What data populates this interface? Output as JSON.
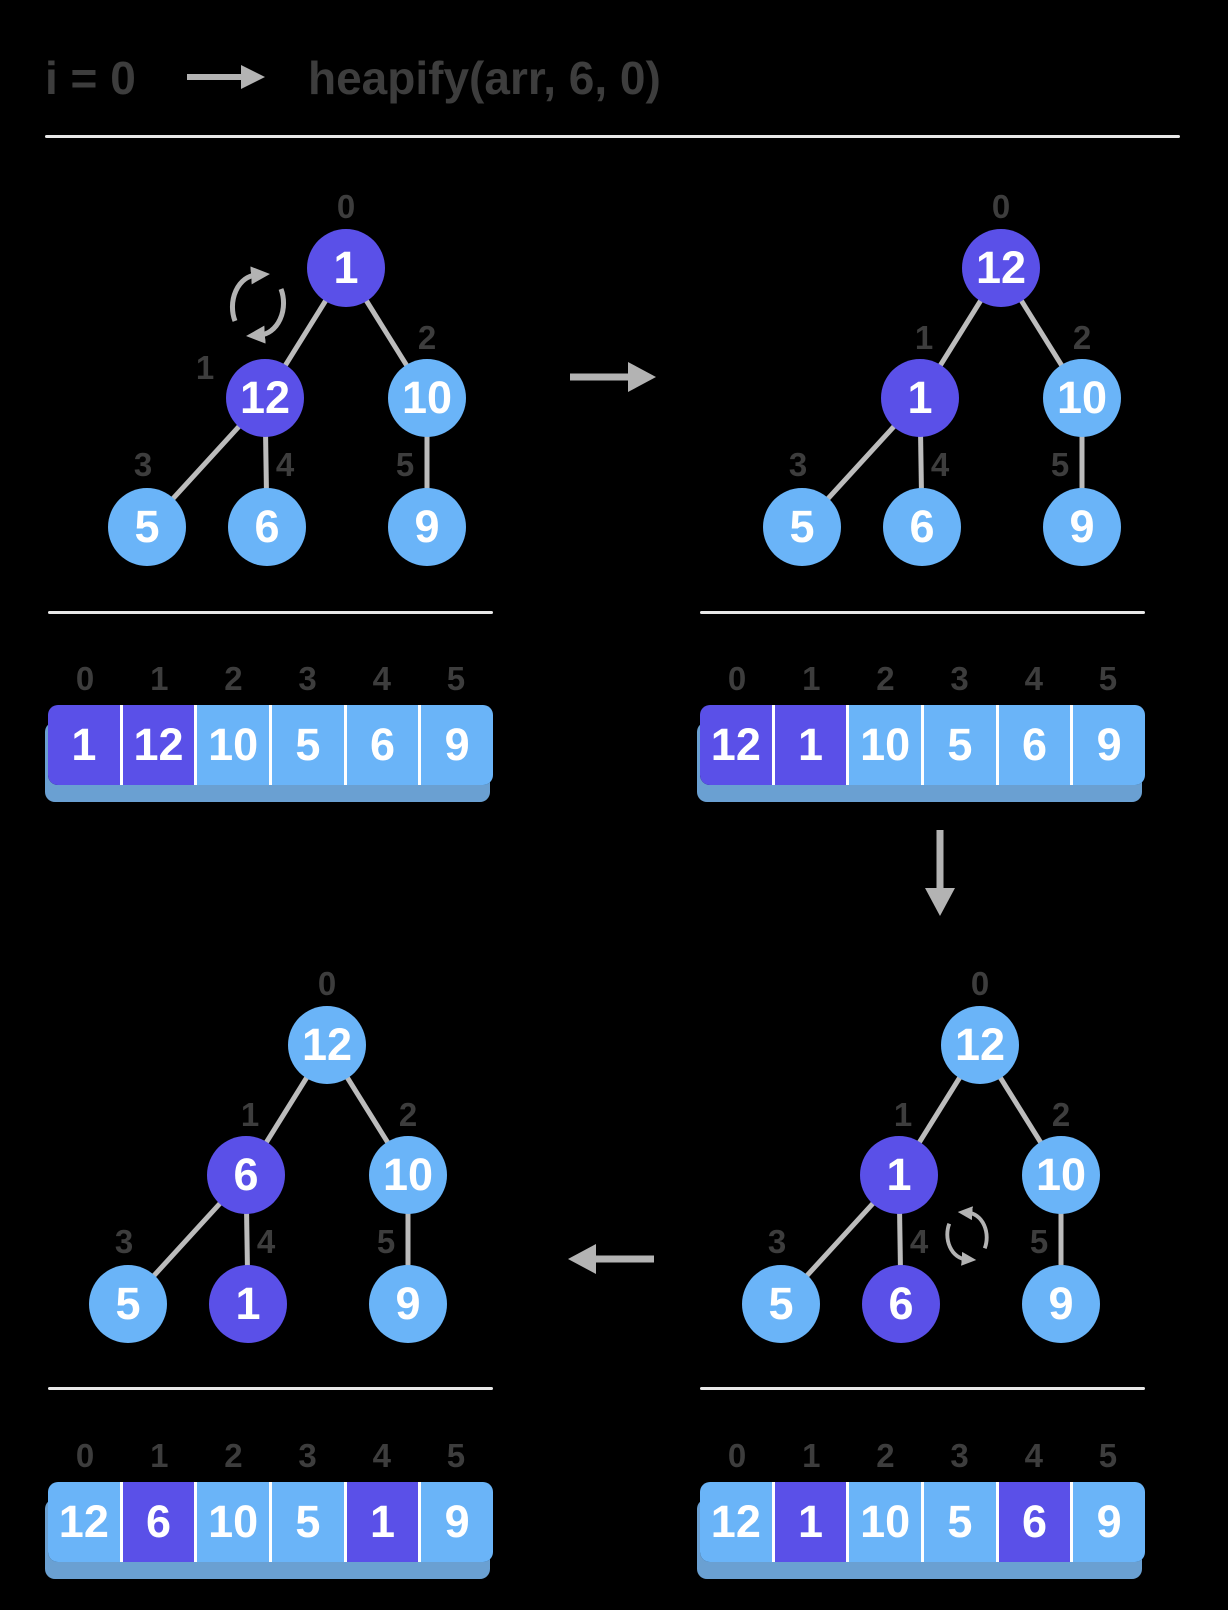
{
  "header": {
    "iteration_label": "i = 0",
    "call_label": "heapify(arr, 6, 0)"
  },
  "palette": {
    "background": "#000000",
    "node_purple": "#5a50e8",
    "node_blue": "#6ab4f8",
    "bar_shadow_blue": "rgba(125,188,247,0.85)",
    "index_label_gray": "#3d3d3d",
    "header_text_gray": "#3d3d3d",
    "arrow_gray": "#b3b3b3",
    "edge_gray": "#bcbcbc",
    "divider_light": "#e8e8e8",
    "value_text_white": "#ffffff"
  },
  "flow_arrows": [
    {
      "from": "top-left",
      "to": "top-right",
      "direction": "right"
    },
    {
      "from": "top-right",
      "to": "bottom-right",
      "direction": "down"
    },
    {
      "from": "bottom-right",
      "to": "bottom-left",
      "direction": "left"
    }
  ],
  "panels": [
    {
      "position": "top-left",
      "step": "initial tree, swap 1 and 12",
      "tree": {
        "nodes": [
          {
            "index": "0",
            "value": "1",
            "color": "purple"
          },
          {
            "index": "1",
            "value": "12",
            "color": "purple"
          },
          {
            "index": "2",
            "value": "10",
            "color": "blue"
          },
          {
            "index": "3",
            "value": "5",
            "color": "blue"
          },
          {
            "index": "4",
            "value": "6",
            "color": "blue"
          },
          {
            "index": "5",
            "value": "9",
            "color": "blue"
          }
        ],
        "swap_icon": {
          "present": true,
          "near": "root node 1 and child 12"
        }
      },
      "array": {
        "indices": [
          "0",
          "1",
          "2",
          "3",
          "4",
          "5"
        ],
        "cells": [
          {
            "value": "1",
            "color": "purple"
          },
          {
            "value": "12",
            "color": "purple"
          },
          {
            "value": "10",
            "color": "blue"
          },
          {
            "value": "5",
            "color": "blue"
          },
          {
            "value": "6",
            "color": "blue"
          },
          {
            "value": "9",
            "color": "blue"
          }
        ]
      }
    },
    {
      "position": "top-right",
      "step": "after swapping 12 to root",
      "tree": {
        "nodes": [
          {
            "index": "0",
            "value": "12",
            "color": "purple"
          },
          {
            "index": "1",
            "value": "1",
            "color": "purple"
          },
          {
            "index": "2",
            "value": "10",
            "color": "blue"
          },
          {
            "index": "3",
            "value": "5",
            "color": "blue"
          },
          {
            "index": "4",
            "value": "6",
            "color": "blue"
          },
          {
            "index": "5",
            "value": "9",
            "color": "blue"
          }
        ],
        "swap_icon": {
          "present": false,
          "near": ""
        }
      },
      "array": {
        "indices": [
          "0",
          "1",
          "2",
          "3",
          "4",
          "5"
        ],
        "cells": [
          {
            "value": "12",
            "color": "purple"
          },
          {
            "value": "1",
            "color": "purple"
          },
          {
            "value": "10",
            "color": "blue"
          },
          {
            "value": "5",
            "color": "blue"
          },
          {
            "value": "6",
            "color": "blue"
          },
          {
            "value": "9",
            "color": "blue"
          }
        ]
      }
    },
    {
      "position": "bottom-left",
      "step": "after swapping 1 and 6",
      "tree": {
        "nodes": [
          {
            "index": "0",
            "value": "12",
            "color": "blue"
          },
          {
            "index": "1",
            "value": "6",
            "color": "purple"
          },
          {
            "index": "2",
            "value": "10",
            "color": "blue"
          },
          {
            "index": "3",
            "value": "5",
            "color": "blue"
          },
          {
            "index": "4",
            "value": "1",
            "color": "purple"
          },
          {
            "index": "5",
            "value": "9",
            "color": "blue"
          }
        ],
        "swap_icon": {
          "present": false,
          "near": ""
        }
      },
      "array": {
        "indices": [
          "0",
          "1",
          "2",
          "3",
          "4",
          "5"
        ],
        "cells": [
          {
            "value": "12",
            "color": "blue"
          },
          {
            "value": "6",
            "color": "purple"
          },
          {
            "value": "10",
            "color": "blue"
          },
          {
            "value": "5",
            "color": "blue"
          },
          {
            "value": "1",
            "color": "purple"
          },
          {
            "value": "9",
            "color": "blue"
          }
        ]
      }
    },
    {
      "position": "bottom-right",
      "step": "heapify subtree, swap 1 and 6",
      "tree": {
        "nodes": [
          {
            "index": "0",
            "value": "12",
            "color": "blue"
          },
          {
            "index": "1",
            "value": "1",
            "color": "purple"
          },
          {
            "index": "2",
            "value": "10",
            "color": "blue"
          },
          {
            "index": "3",
            "value": "5",
            "color": "blue"
          },
          {
            "index": "4",
            "value": "6",
            "color": "purple"
          },
          {
            "index": "5",
            "value": "9",
            "color": "blue"
          }
        ],
        "swap_icon": {
          "present": true,
          "near": "nodes 1 and 6"
        }
      },
      "array": {
        "indices": [
          "0",
          "1",
          "2",
          "3",
          "4",
          "5"
        ],
        "cells": [
          {
            "value": "12",
            "color": "blue"
          },
          {
            "value": "1",
            "color": "purple"
          },
          {
            "value": "10",
            "color": "blue"
          },
          {
            "value": "5",
            "color": "blue"
          },
          {
            "value": "6",
            "color": "purple"
          },
          {
            "value": "9",
            "color": "blue"
          }
        ]
      }
    }
  ]
}
